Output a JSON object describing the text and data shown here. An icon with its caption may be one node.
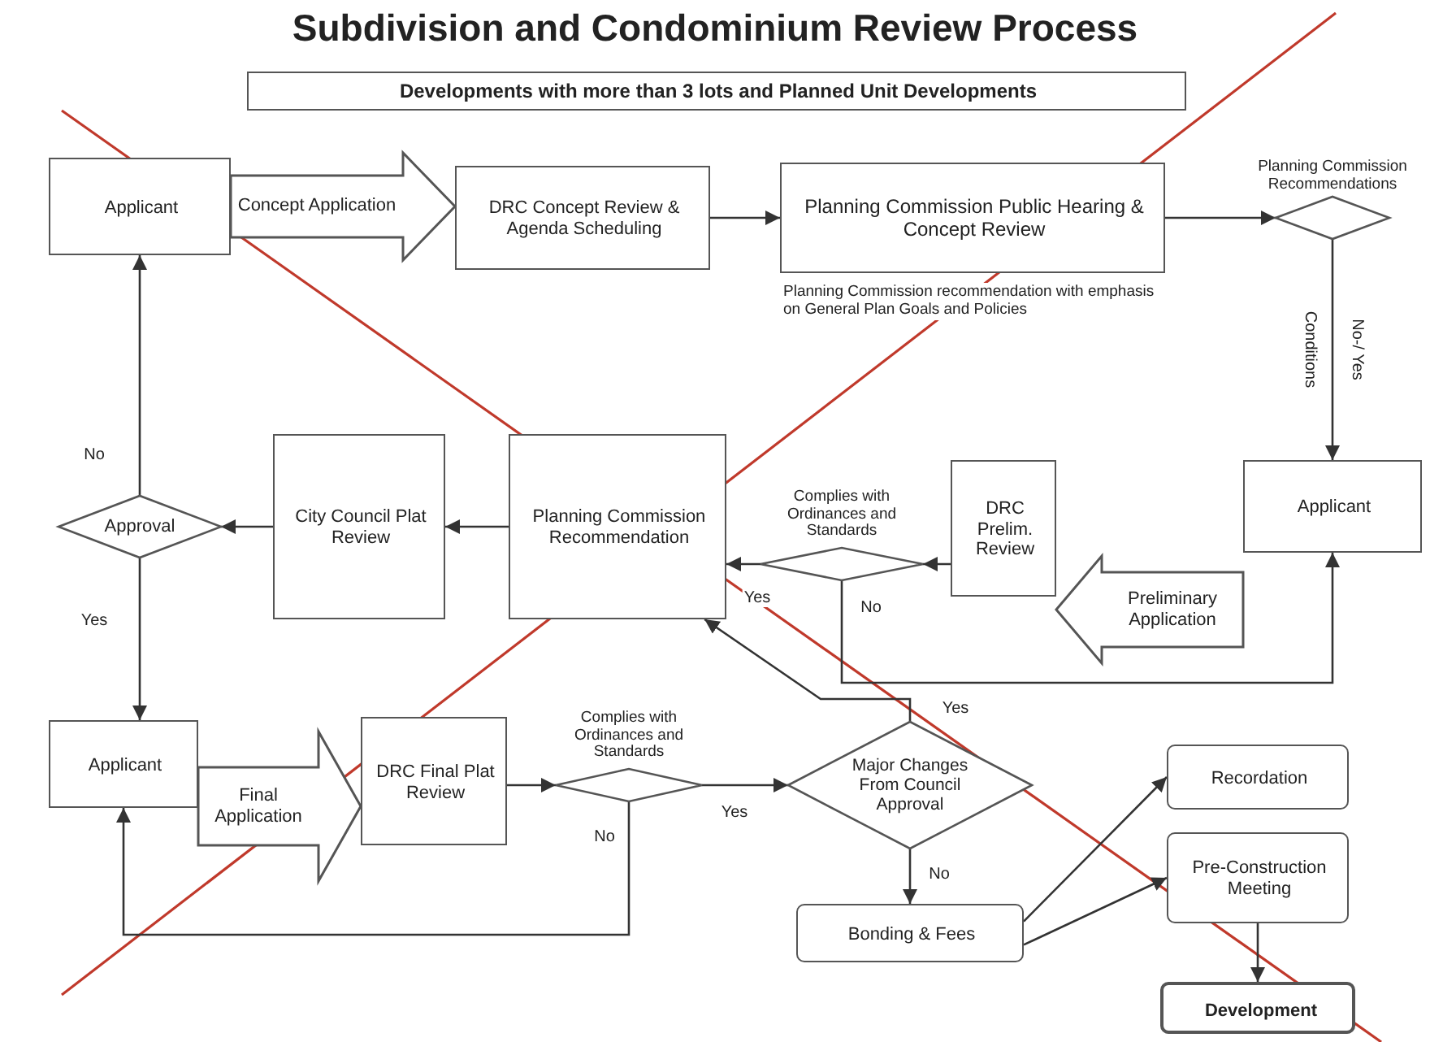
{
  "diagram": {
    "title": "Subdivision and Condominium Review Process",
    "nodes": [
      {
        "text": [
          "Developments with more than 3 lots and Planned Unit Developments"
        ]
      },
      {
        "text": [
          "Applicant"
        ]
      },
      {
        "text": [
          "DRC Concept Review & Agenda Scheduling"
        ]
      },
      {
        "text": [
          "Planning Commission Public Hearing & Concept Review"
        ],
        "beside": [
          "Planning Commission recommendation with emphasis on General Plan Goals and Policies"
        ]
      },
      {
        "text": [
          "Planning Commission Recommendations"
        ]
      },
      {
        "text": [
          "Applicant"
        ]
      },
      {
        "text": [
          "DRC Prelim. Review"
        ]
      },
      {
        "text": [
          "Complies with Ordinances and Standards"
        ]
      },
      {
        "text": [
          "Planning Commission Recommendation"
        ]
      },
      {
        "text": [
          "City Council Plat Review"
        ]
      },
      {
        "text": [
          "Approval"
        ]
      },
      {
        "text": [
          "Applicant"
        ]
      },
      {
        "text": [
          "DRC Final Plat Review"
        ]
      },
      {
        "text": [
          "Complies with Ordinances and Standards"
        ]
      },
      {
        "text": [
          "Major Changes From Council Approval"
        ]
      },
      {
        "text": [
          "Recordation"
        ]
      },
      {
        "text": [
          "Bonding & Fees"
        ]
      },
      {
        "text": [
          "Pre-Construction Meeting"
        ]
      },
      {
        "text": [
          "Development"
        ]
      }
    ],
    "edges": [
      {
        "from": 1,
        "to": 2,
        "arrow": "to",
        "label": "Concept Application",
        "style": "thick"
      },
      {
        "from": 2,
        "to": 3,
        "arrow": "to"
      },
      {
        "from": 3,
        "to": 4,
        "arrow": "to"
      },
      {
        "from": 4,
        "to": 5,
        "arrow": "to",
        "label": "No-/ Yes"
      },
      {
        "from": 5,
        "to": 6,
        "arrow": "to",
        "label": "Preliminary Application",
        "style": "thick"
      },
      {
        "from": 6,
        "to": 7,
        "arrow": "to"
      },
      {
        "from": 7,
        "to": 8,
        "arrow": "to",
        "label": "Yes"
      },
      {
        "from": 7,
        "to": 5,
        "arrow": "to",
        "label": "No"
      },
      {
        "from": 8,
        "to": 9,
        "arrow": "to"
      },
      {
        "from": 9,
        "to": 10,
        "arrow": "to"
      },
      {
        "from": 10,
        "to": 1,
        "arrow": "to",
        "label": "No"
      },
      {
        "from": 10,
        "to": 11,
        "arrow": "to",
        "label": "Yes"
      },
      {
        "from": 11,
        "to": 12,
        "arrow": "to",
        "label": "Final Application",
        "style": "thick"
      },
      {
        "from": 12,
        "to": 13,
        "arrow": "to"
      },
      {
        "from": 13,
        "to": 14,
        "arrow": "to",
        "label": "Yes"
      },
      {
        "from": 13,
        "to": 11,
        "arrow": "to",
        "label": "No"
      },
      {
        "from": 14,
        "to": 8,
        "arrow": "to",
        "label": "Yes"
      },
      {
        "from": 14,
        "to": 16,
        "arrow": "to",
        "label": "No"
      },
      {
        "from": 16,
        "to": 15,
        "arrow": "to"
      },
      {
        "from": 16,
        "to": 17,
        "arrow": "to"
      },
      {
        "from": 17,
        "to": 18,
        "arrow": "to"
      }
    ],
    "labels": [
      "Conditions"
    ]
  }
}
